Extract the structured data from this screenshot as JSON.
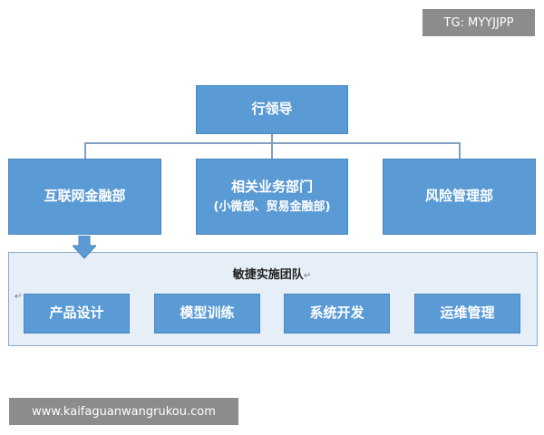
{
  "watermark_top": "TG: MYYJJPP",
  "watermark_bottom": "www.kaifaguanwangrukou.com",
  "top_node": "行领导",
  "departments": {
    "internet_finance": "互联网金融部",
    "related_line1": "相关业务部门",
    "related_line2": "(小微部、贸易金融部)",
    "risk": "风险管理部"
  },
  "team": {
    "title": "敏捷实施团队",
    "title_mark": "↵",
    "para_mark": "↵",
    "items": [
      "产品设计",
      "模型训练",
      "系统开发",
      "运维管理"
    ]
  },
  "colors": {
    "box_fill": "#5b9bd5",
    "panel_fill": "#e6eef7",
    "connector": "#7f9fbf"
  }
}
